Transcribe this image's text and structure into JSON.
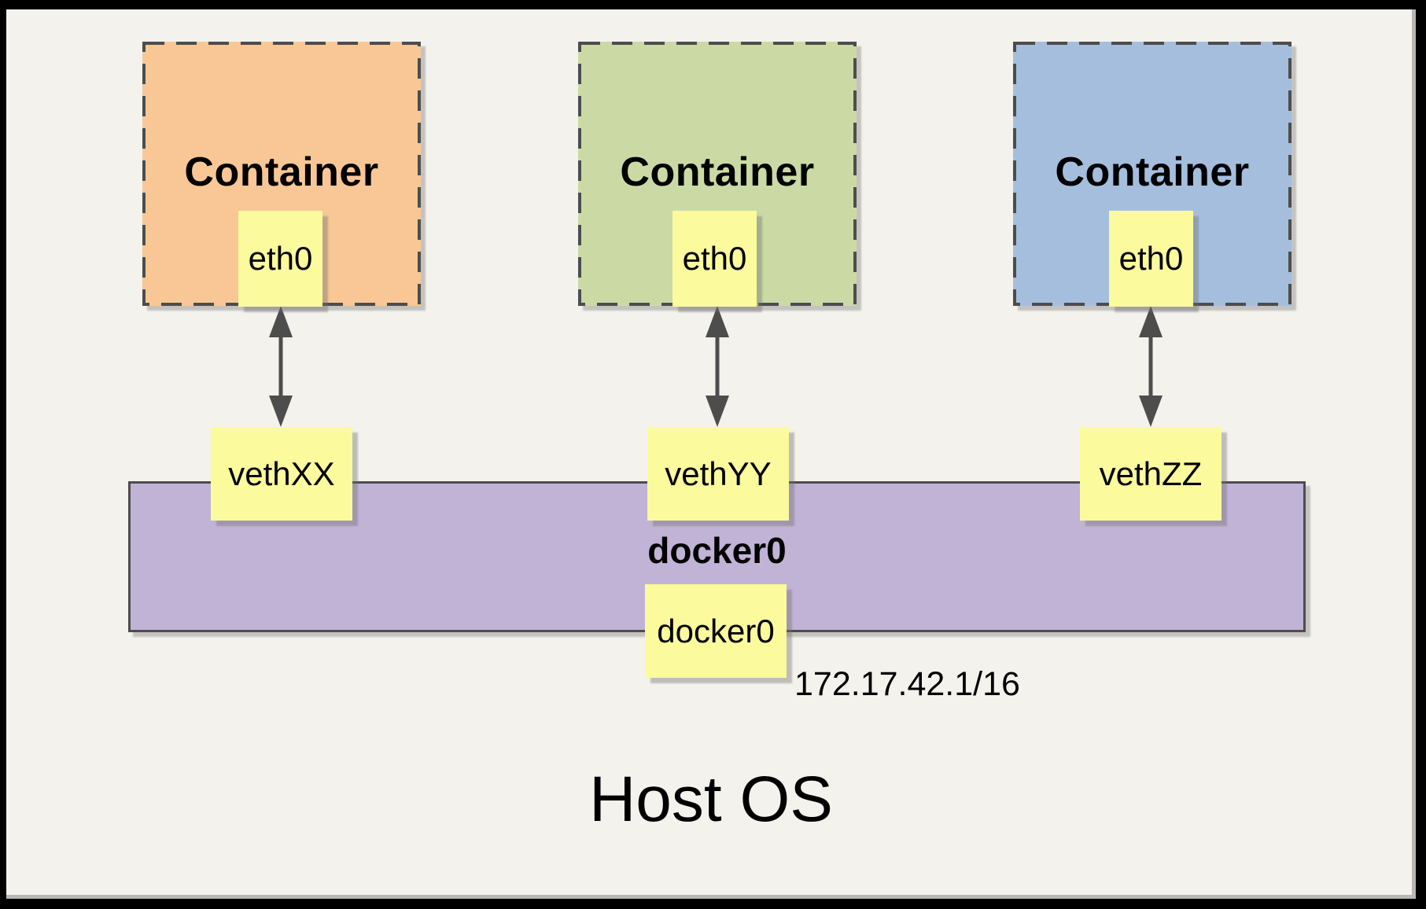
{
  "diagram": {
    "host": {
      "label": "Host OS"
    },
    "bridge": {
      "name": "docker0",
      "interface_box": "docker0",
      "ip_cidr": "172.17.42.1/16",
      "fill": "#C1B3D6"
    },
    "containers": [
      {
        "title": "Container",
        "interface": "eth0",
        "veth": "vethXX",
        "fill": "#F9C795"
      },
      {
        "title": "Container",
        "interface": "eth0",
        "veth": "vethYY",
        "fill": "#CBDAA5"
      },
      {
        "title": "Container",
        "interface": "eth0",
        "veth": "vethZZ",
        "fill": "#A6BEDE"
      }
    ],
    "colors": {
      "note_fill": "#FBFA9D",
      "background": "#F4F2EC",
      "line": "#4D4D4D"
    }
  }
}
